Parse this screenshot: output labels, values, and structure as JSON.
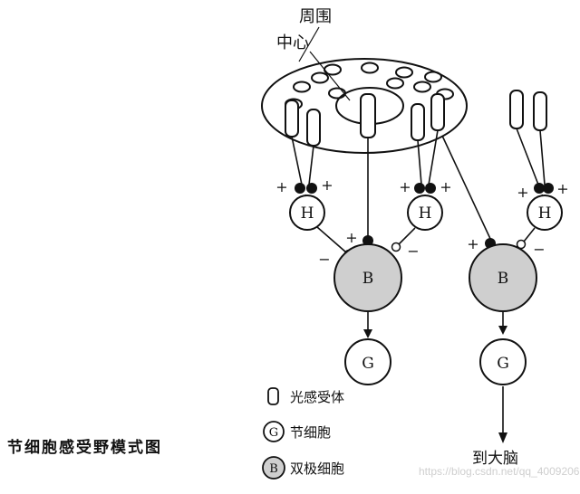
{
  "caption": "节细胞感受野模式图",
  "labels": {
    "surround": "周围",
    "center": "中心",
    "to_brain": "到大脑"
  },
  "cells": {
    "horizontal": "H",
    "bipolar": "B",
    "ganglion": "G"
  },
  "signs": {
    "plus": "+",
    "minus": "−"
  },
  "legend": [
    {
      "symbol": "photoreceptor-icon",
      "text": "光感受体"
    },
    {
      "symbol": "G",
      "text": "节细胞"
    },
    {
      "symbol": "B",
      "text": "双极细胞"
    }
  ],
  "colors": {
    "bipolar_fill": "#cfcfcf",
    "ink": "#111111"
  },
  "watermark": "https://blog.csdn.net/qq_40092061"
}
